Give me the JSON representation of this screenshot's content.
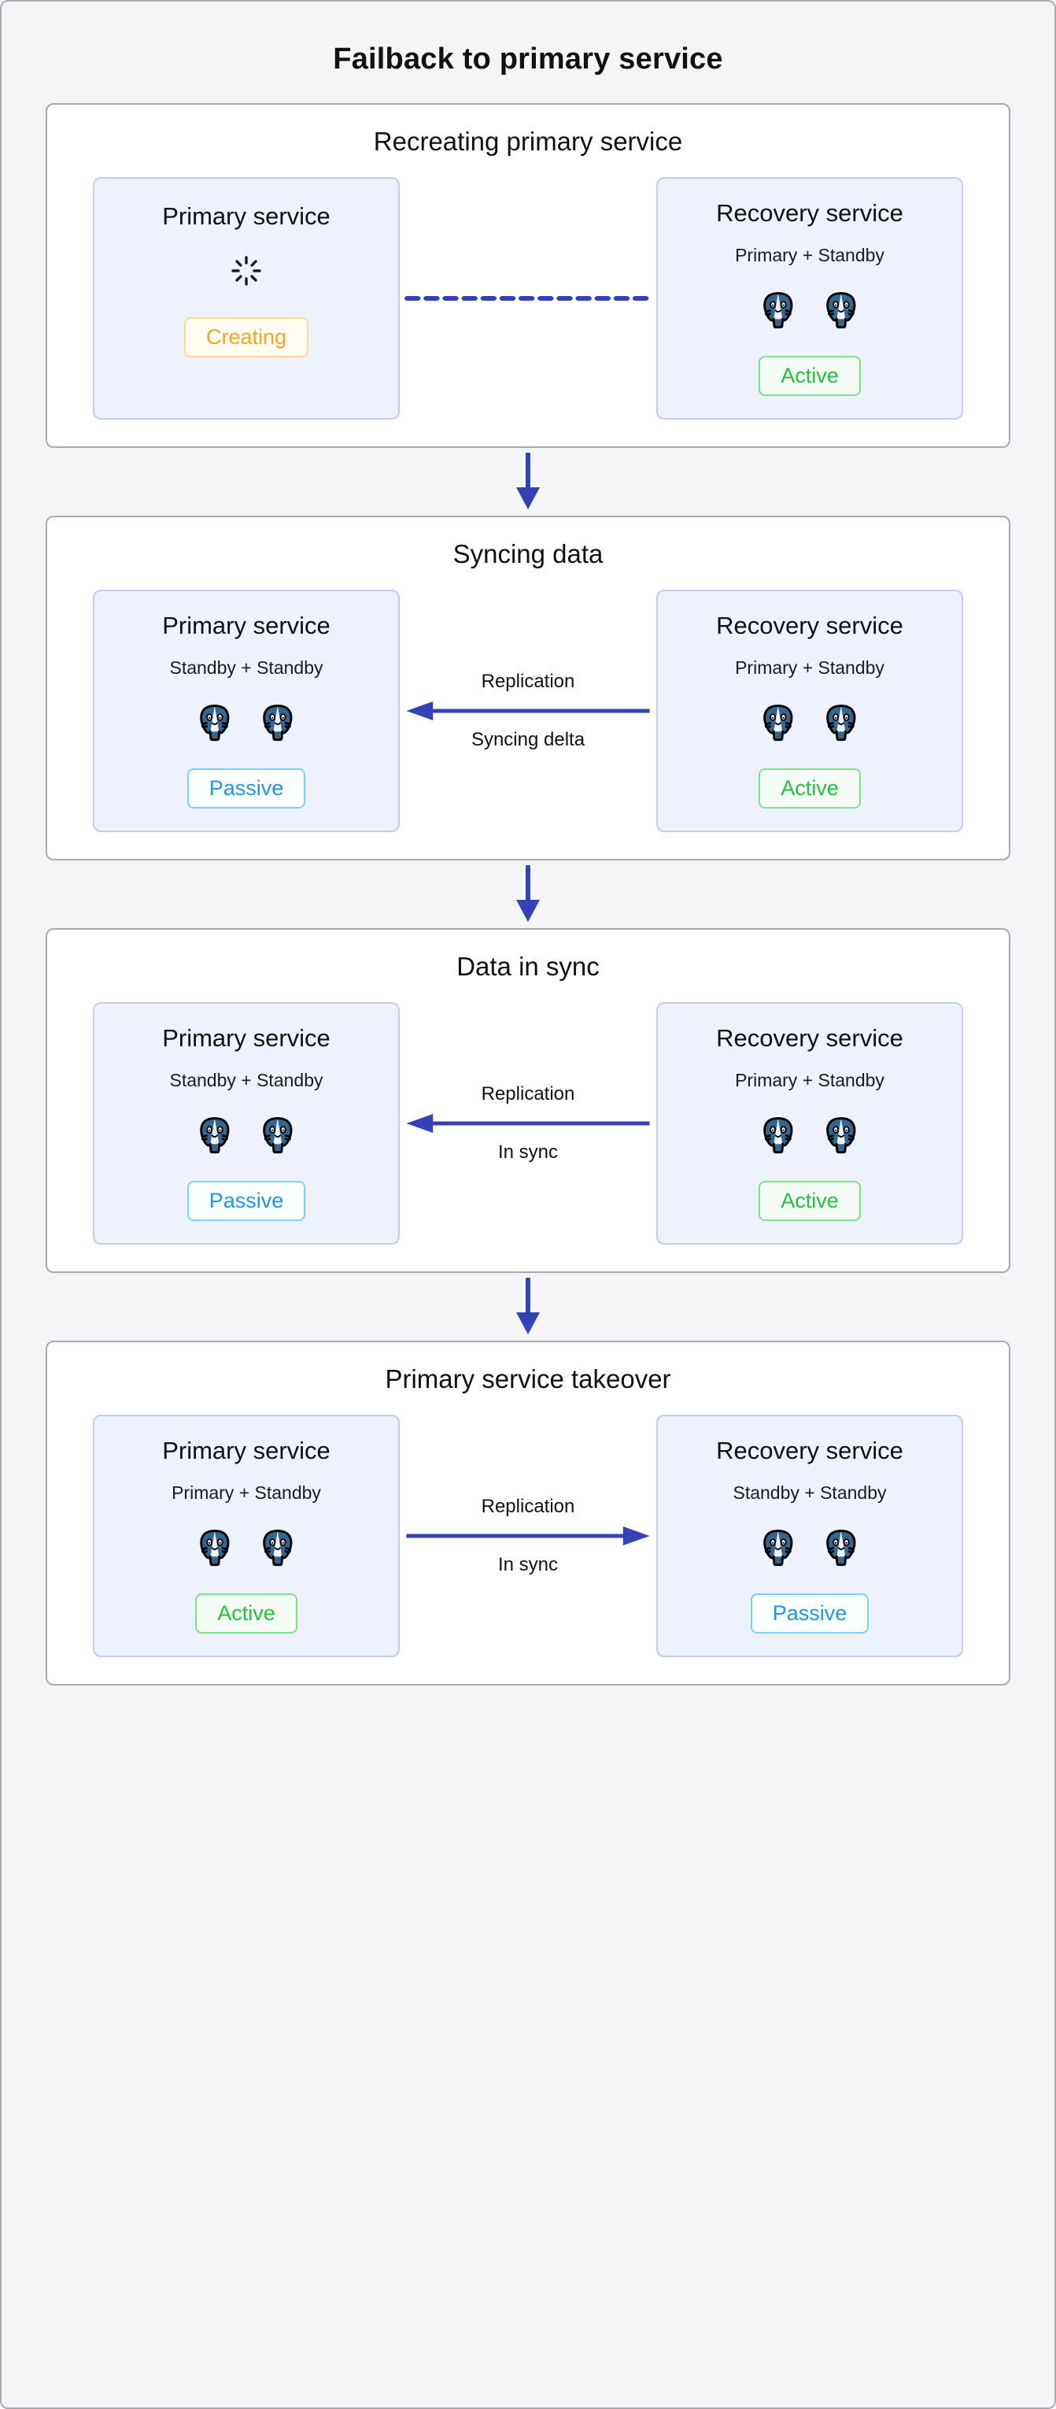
{
  "title": "Failback to primary service",
  "colors": {
    "page_background": "#f5f5f7",
    "frame_border": "#a9a9b3",
    "card_background": "#eef2fd",
    "card_border": "#c3cdf0",
    "arrow_blue": "#3442b8",
    "active_green": "#22c23e",
    "passive_blue": "#2196e3",
    "creating_orange": "#f5a623",
    "postgres_blue": "#336791"
  },
  "icons": {
    "postgres": "postgresql-elephant-icon",
    "spinner": "loading-spinner-icon",
    "arrow_down": "arrow-down-icon",
    "arrow_left": "arrow-left-icon",
    "arrow_right": "arrow-right-icon",
    "dashed_link": "dashed-connector-icon"
  },
  "stages": [
    {
      "title": "Recreating primary service",
      "left": {
        "name": "Primary service",
        "roles": null,
        "node_count": 0,
        "show_spinner": true,
        "status": "Creating",
        "status_kind": "creating"
      },
      "connector": {
        "kind": "dashed",
        "direction": "none",
        "label_top": null,
        "label_bottom": null
      },
      "right": {
        "name": "Recovery service",
        "roles": "Primary + Standby",
        "node_count": 2,
        "show_spinner": false,
        "status": "Active",
        "status_kind": "active"
      }
    },
    {
      "title": "Syncing data",
      "left": {
        "name": "Primary service",
        "roles": "Standby + Standby",
        "node_count": 2,
        "show_spinner": false,
        "status": "Passive",
        "status_kind": "passive"
      },
      "connector": {
        "kind": "solid",
        "direction": "left",
        "label_top": "Replication",
        "label_bottom": "Syncing delta"
      },
      "right": {
        "name": "Recovery service",
        "roles": "Primary + Standby",
        "node_count": 2,
        "show_spinner": false,
        "status": "Active",
        "status_kind": "active"
      }
    },
    {
      "title": "Data in sync",
      "left": {
        "name": "Primary service",
        "roles": "Standby + Standby",
        "node_count": 2,
        "show_spinner": false,
        "status": "Passive",
        "status_kind": "passive"
      },
      "connector": {
        "kind": "solid",
        "direction": "left",
        "label_top": "Replication",
        "label_bottom": "In sync"
      },
      "right": {
        "name": "Recovery service",
        "roles": "Primary + Standby",
        "node_count": 2,
        "show_spinner": false,
        "status": "Active",
        "status_kind": "active"
      }
    },
    {
      "title": "Primary service takeover",
      "left": {
        "name": "Primary service",
        "roles": "Primary + Standby",
        "node_count": 2,
        "show_spinner": false,
        "status": "Active",
        "status_kind": "active"
      },
      "connector": {
        "kind": "solid",
        "direction": "right",
        "label_top": "Replication",
        "label_bottom": "In sync"
      },
      "right": {
        "name": "Recovery service",
        "roles": "Standby + Standby",
        "node_count": 2,
        "show_spinner": false,
        "status": "Passive",
        "status_kind": "passive"
      }
    }
  ]
}
